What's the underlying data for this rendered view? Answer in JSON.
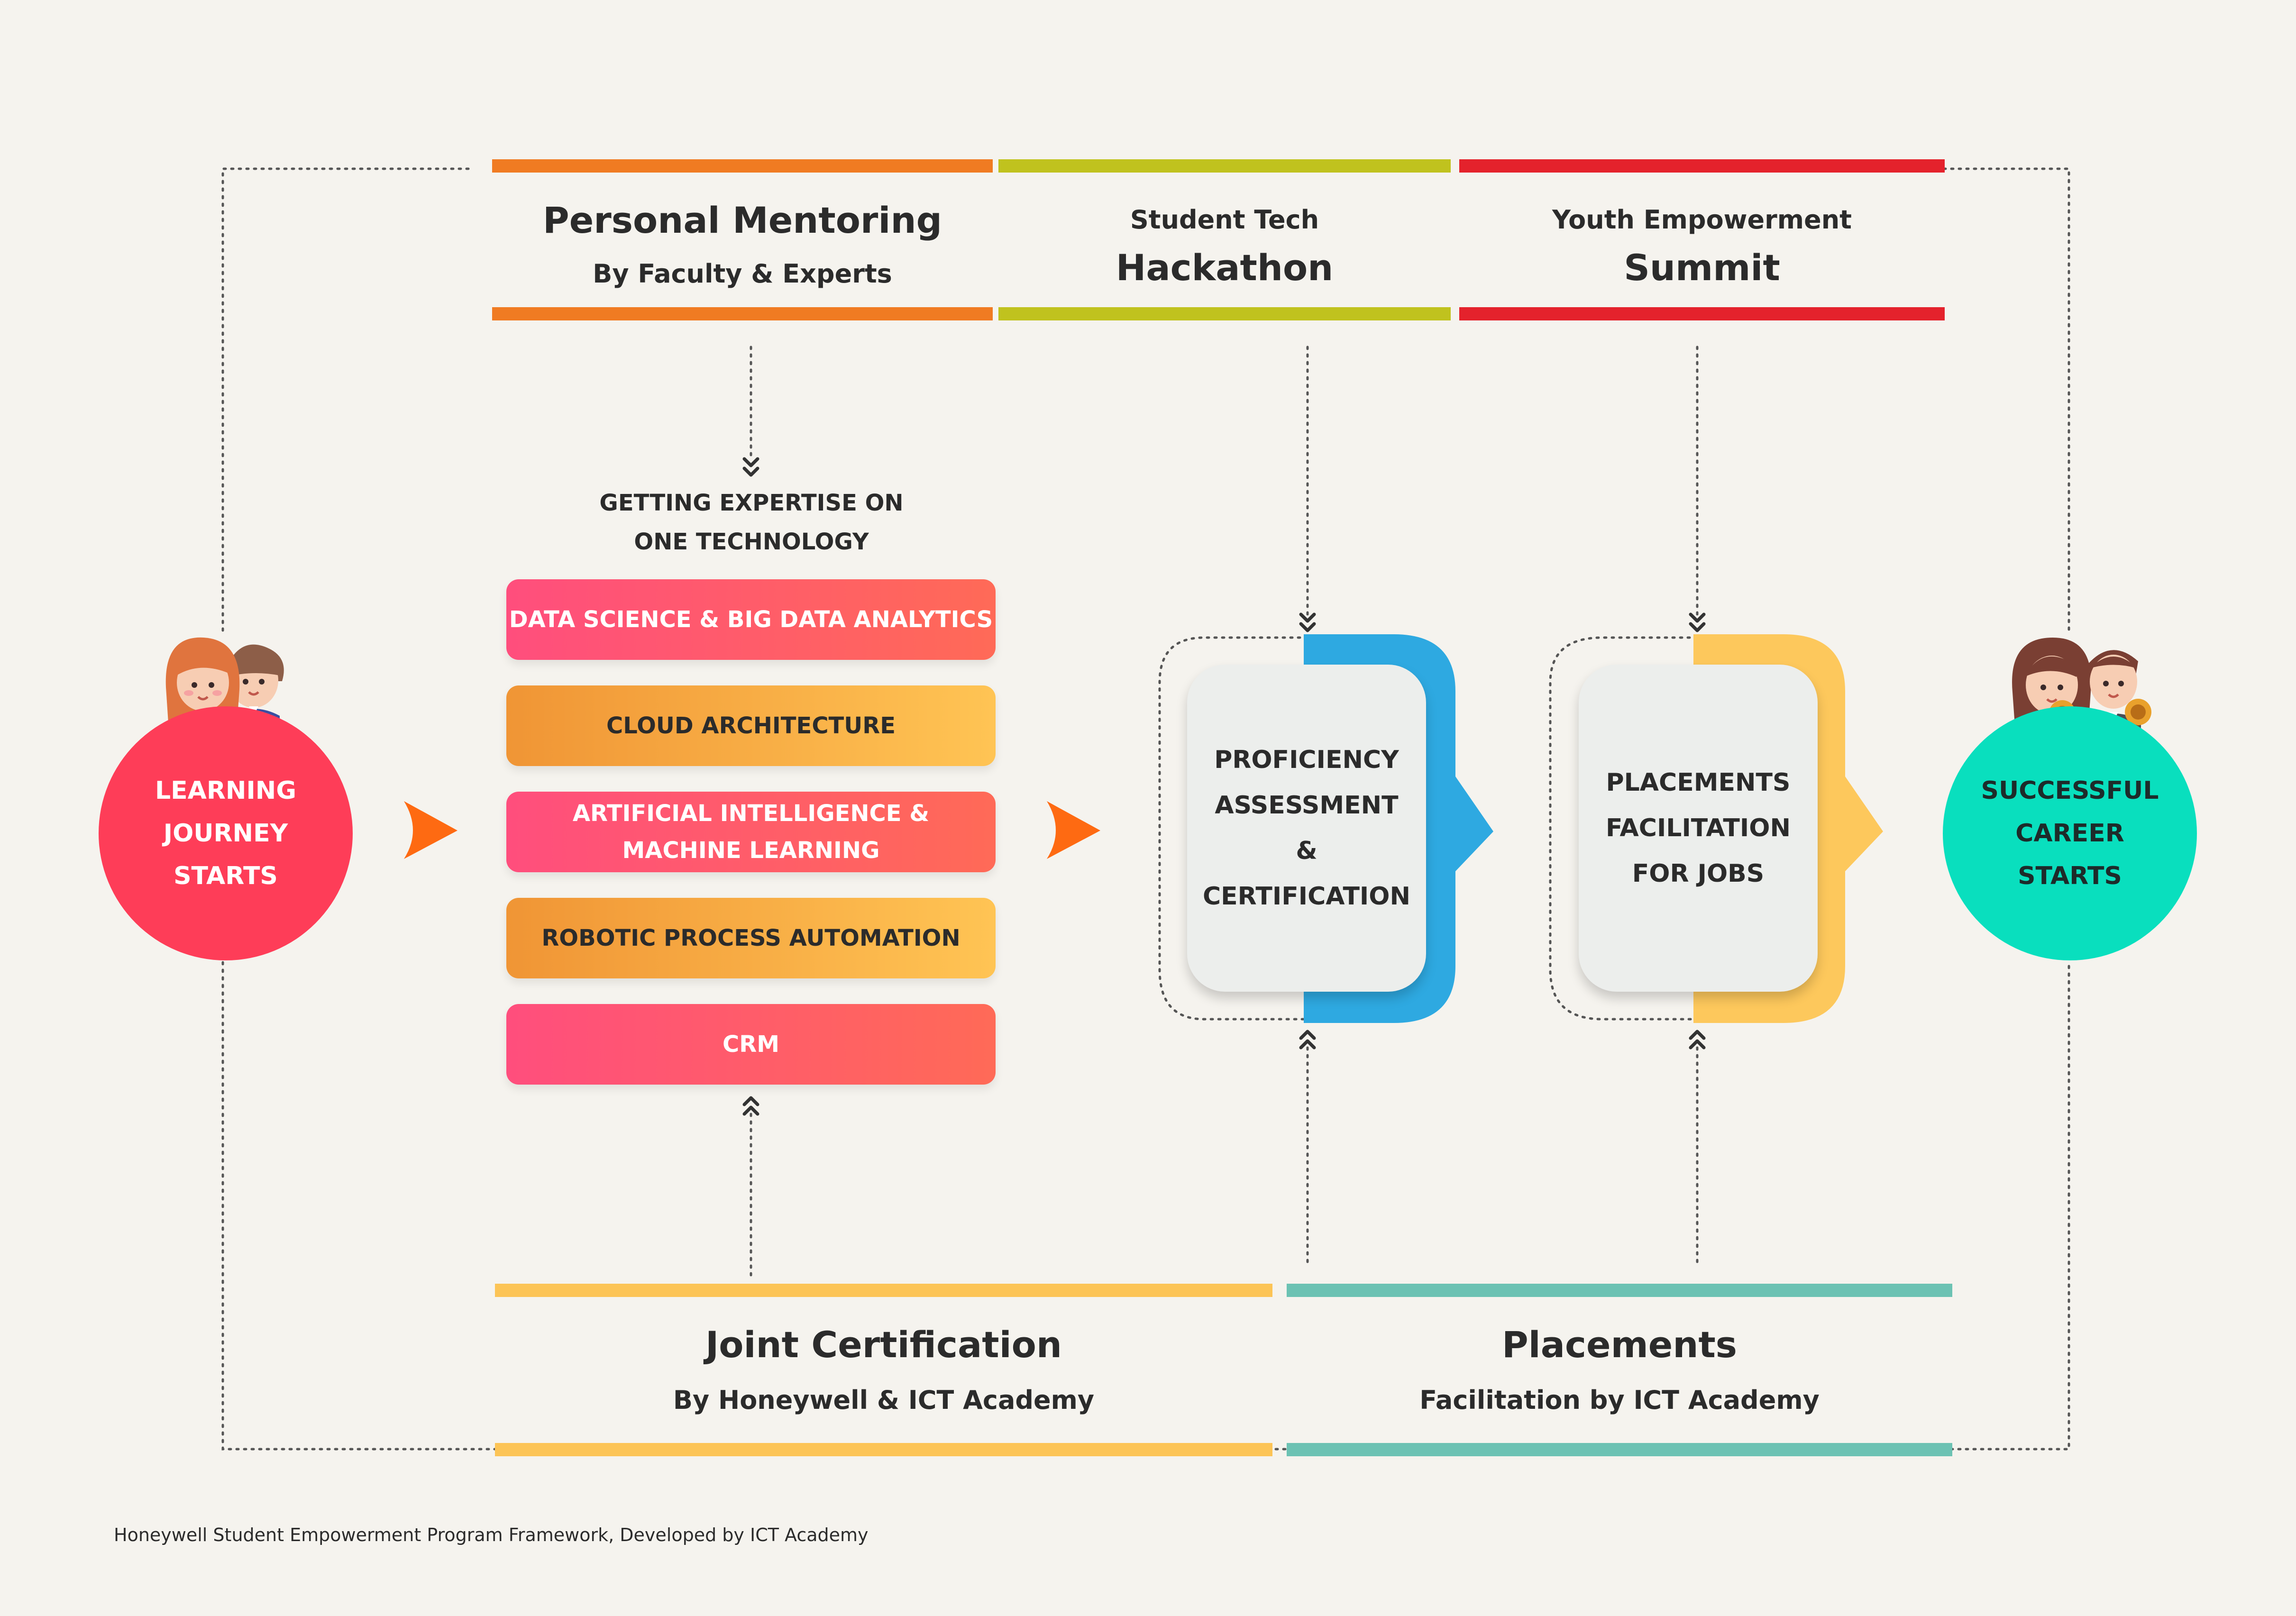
{
  "top_tracks": [
    {
      "title": "Personal Mentoring",
      "subtitle": "By Faculty & Experts",
      "color": "#f07b22"
    },
    {
      "pre": "Student Tech",
      "title": "Hackathon",
      "color": "#c0c21e"
    },
    {
      "pre": "Youth Empowerment",
      "title": "Summit",
      "color": "#e4222c"
    }
  ],
  "expertise_label": [
    "GETTING EXPERTISE ON",
    "ONE TECHNOLOGY"
  ],
  "technologies": [
    {
      "label": "DATA SCIENCE & BIG DATA ANALYTICS",
      "style": "pink"
    },
    {
      "label": "CLOUD ARCHITECTURE",
      "style": "orange"
    },
    {
      "label_lines": [
        "ARTIFICIAL INTELLIGENCE &",
        "MACHINE LEARNING"
      ],
      "style": "pink"
    },
    {
      "label": "ROBOTIC PROCESS AUTOMATION",
      "style": "orange"
    },
    {
      "label": "CRM",
      "style": "pink"
    }
  ],
  "start": {
    "lines": [
      "LEARNING",
      "JOURNEY",
      "STARTS"
    ],
    "color": "#fe3d58",
    "icon": "students-icon"
  },
  "end": {
    "lines": [
      "SUCCESSFUL",
      "CAREER",
      "STARTS"
    ],
    "color": "#09dfbe",
    "icon": "graduates-icon"
  },
  "stages": [
    {
      "lines": [
        "PROFICIENCY",
        "ASSESSMENT",
        "&",
        "CERTIFICATION"
      ],
      "accent": "#2ea9e1"
    },
    {
      "lines": [
        "PLACEMENTS",
        "FACILITATION",
        "FOR JOBS"
      ],
      "accent": "#fdc85c"
    }
  ],
  "bottom_tracks": [
    {
      "title": "Joint Certification",
      "subtitle": "By Honeywell & ICT Academy",
      "color": "#fcc456"
    },
    {
      "title": "Placements",
      "subtitle": "Facilitation by ICT Academy",
      "color": "#6cc2b3"
    }
  ],
  "arrow_color": "#fe6a12",
  "footnote": "Honeywell Student Empowerment Program Framework, Developed by ICT Academy"
}
